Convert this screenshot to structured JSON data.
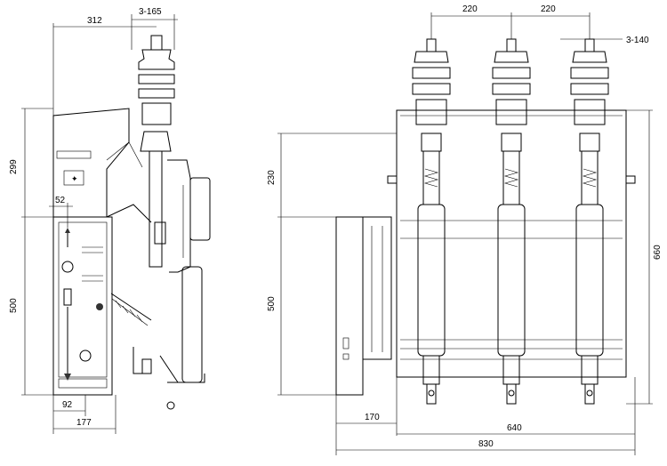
{
  "dimensions": {
    "left_view": {
      "top_width": "312",
      "top_pitch": "3-165",
      "upper_height": "299",
      "handle_offset": "52",
      "lower_height": "500",
      "bottom_offset": "92",
      "bottom_width": "177"
    },
    "right_view": {
      "pitch_left": "220",
      "pitch_right": "220",
      "pitch_count": "3-140",
      "upper_height": "230",
      "lower_height": "500",
      "side_height": "660",
      "panel_offset": "170",
      "inner_width": "640",
      "overall_width": "830"
    }
  },
  "colors": {
    "line": "#000000",
    "dark_fill": "#333333",
    "background": "#ffffff"
  }
}
